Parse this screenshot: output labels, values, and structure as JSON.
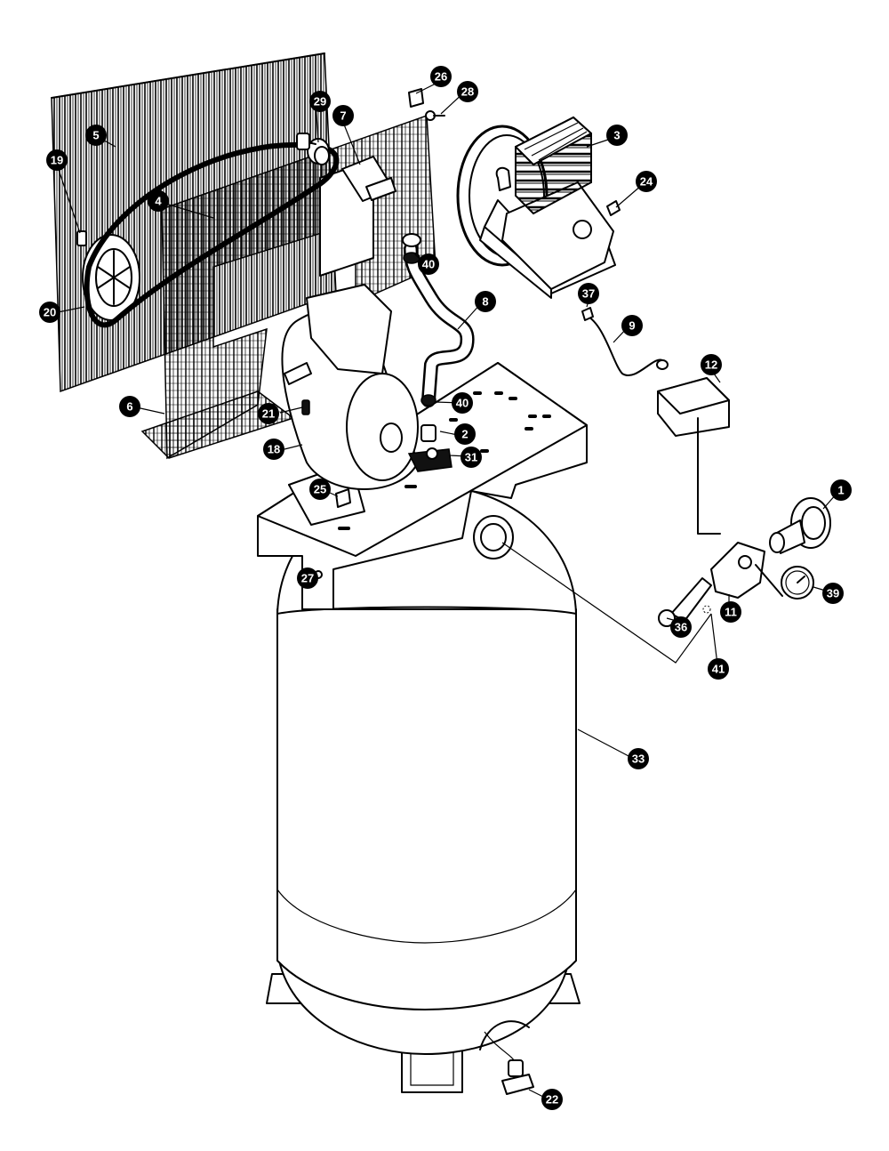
{
  "callouts": [
    {
      "id": "c1",
      "label": "1"
    },
    {
      "id": "c2",
      "label": "2"
    },
    {
      "id": "c3",
      "label": "3"
    },
    {
      "id": "c4",
      "label": "4"
    },
    {
      "id": "c5",
      "label": "5"
    },
    {
      "id": "c6",
      "label": "6"
    },
    {
      "id": "c7",
      "label": "7"
    },
    {
      "id": "c8",
      "label": "8"
    },
    {
      "id": "c9",
      "label": "9"
    },
    {
      "id": "c11",
      "label": "11"
    },
    {
      "id": "c12",
      "label": "12"
    },
    {
      "id": "c18",
      "label": "18"
    },
    {
      "id": "c19",
      "label": "19"
    },
    {
      "id": "c20",
      "label": "20"
    },
    {
      "id": "c21",
      "label": "21"
    },
    {
      "id": "c22",
      "label": "22"
    },
    {
      "id": "c24",
      "label": "24"
    },
    {
      "id": "c25",
      "label": "25"
    },
    {
      "id": "c26",
      "label": "26"
    },
    {
      "id": "c27",
      "label": "27"
    },
    {
      "id": "c28",
      "label": "28"
    },
    {
      "id": "c29",
      "label": "29"
    },
    {
      "id": "c31",
      "label": "31"
    },
    {
      "id": "c33",
      "label": "33"
    },
    {
      "id": "c36",
      "label": "36"
    },
    {
      "id": "c37",
      "label": "37"
    },
    {
      "id": "c39",
      "label": "39"
    },
    {
      "id": "c40a",
      "label": "40"
    },
    {
      "id": "c40b",
      "label": "40"
    },
    {
      "id": "c41",
      "label": "41"
    }
  ]
}
